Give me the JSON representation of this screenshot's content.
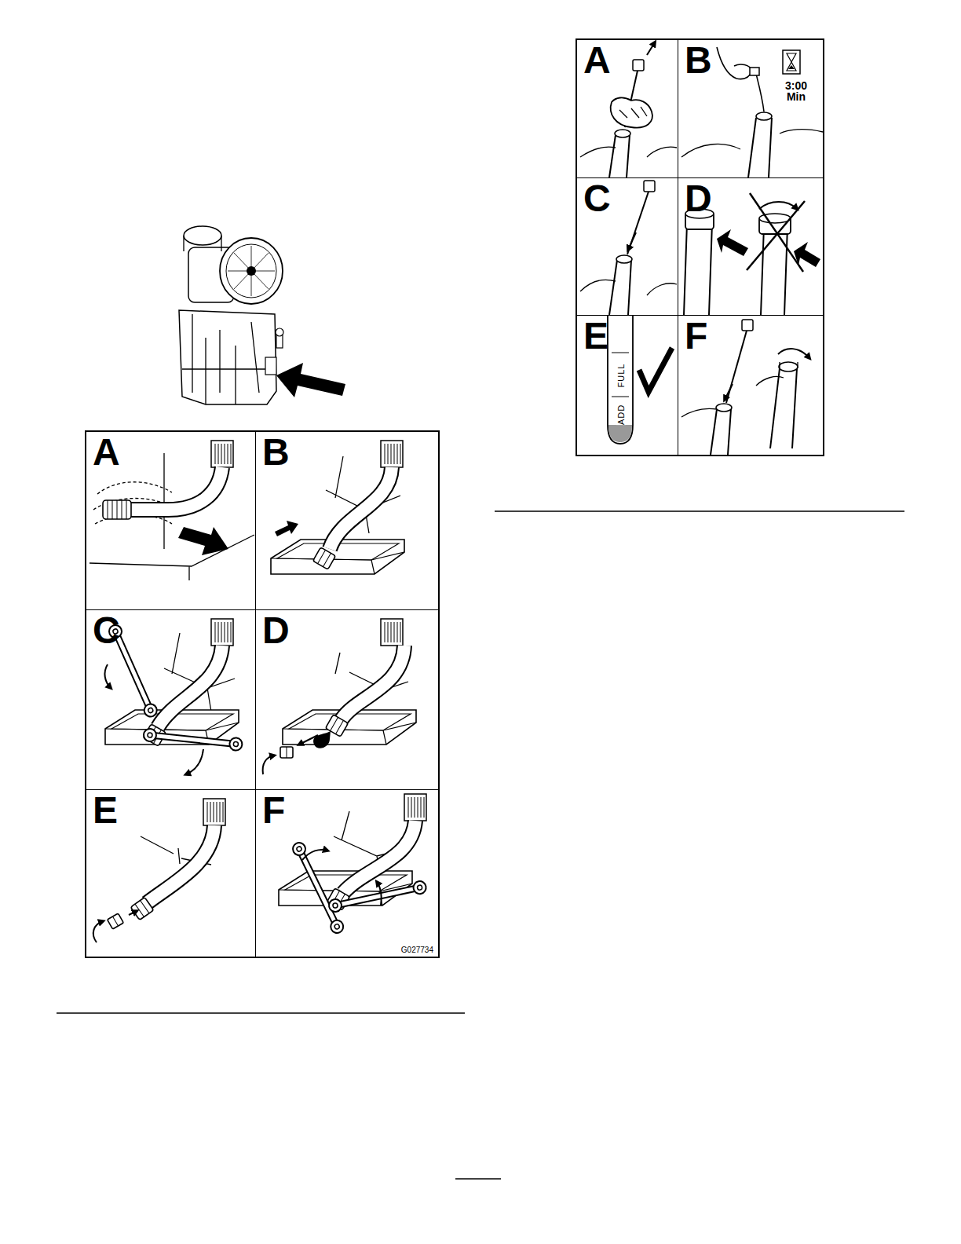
{
  "diagram": {
    "nodes": [
      {
        "text": [
          "A"
        ]
      },
      {
        "text": [
          "B"
        ]
      },
      {
        "text": [
          "C"
        ]
      },
      {
        "text": [
          "D"
        ]
      },
      {
        "text": [
          "E"
        ]
      },
      {
        "text": [
          "F",
          "G027734"
        ]
      },
      {
        "text": [
          "A"
        ]
      },
      {
        "text": [
          "B",
          "3:00 Min"
        ]
      },
      {
        "text": [
          "C"
        ]
      },
      {
        "text": [
          "D"
        ]
      },
      {
        "text": [
          "E",
          "ADD",
          "FULL"
        ]
      },
      {
        "text": [
          "F"
        ]
      }
    ]
  }
}
